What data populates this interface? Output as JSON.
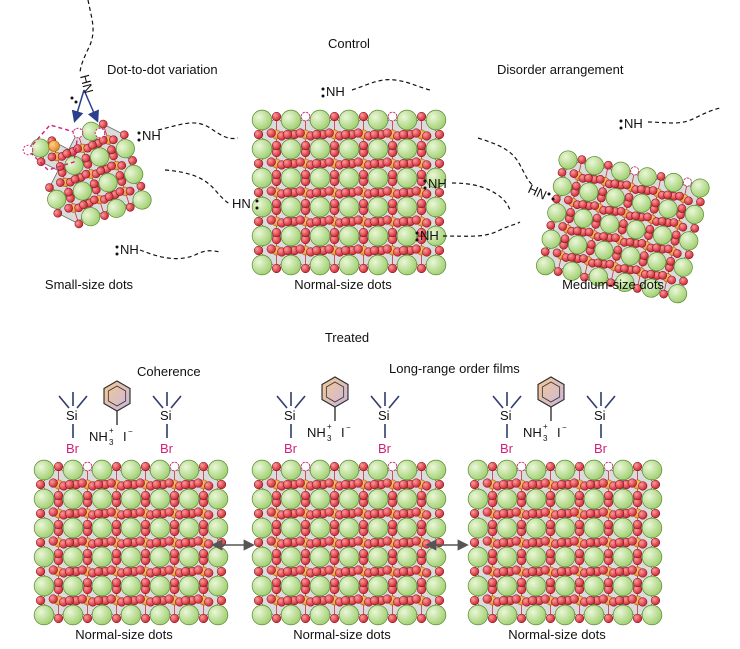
{
  "control": {
    "title": "Control",
    "dot_variation": "Dot-to-dot variation",
    "disorder": "Disorder arrangement",
    "small_caption": "Small-size dots",
    "normal_caption": "Normal-size dots",
    "medium_caption": "Medium-size dots",
    "ligand": "NH",
    "ligand_left": "HN"
  },
  "treated": {
    "title": "Treated",
    "coherence": "Coherence",
    "long_range": "Long-range order films",
    "caption_1": "Normal-size dots",
    "caption_2": "Normal-size dots",
    "caption_3": "Normal-size dots",
    "si": "Si",
    "br": "Br",
    "ammonium_main": "NH",
    "ammonium_sup": "+",
    "ammonium_sub": "3",
    "iodide": "I",
    "iodide_sup": "−"
  },
  "colors": {
    "cation_green": "#b8dc8e",
    "halide_red": "#e8404a",
    "lead_orange": "#f0a040",
    "octahedron_gray": "#c9c9c9",
    "bromide_pink": "#d0207a",
    "vacancy_pink": "#d0207a",
    "arrow_blue": "#2b3f8c",
    "silane_navy": "#2f3a6e"
  }
}
